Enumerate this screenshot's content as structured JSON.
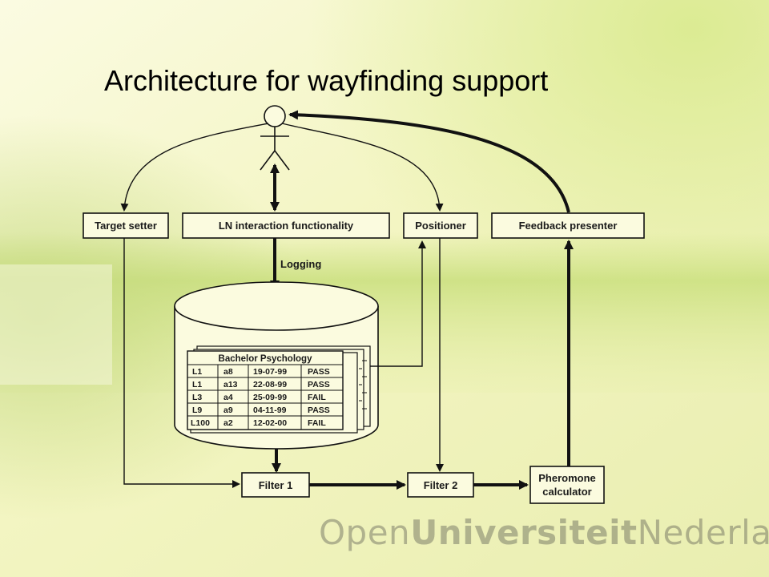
{
  "slide": {
    "title": "Architecture for wayfinding support",
    "footer_logo": {
      "part1": "Open",
      "part2": "Universiteit",
      "part3": "Nederland"
    }
  },
  "diagram": {
    "boxes": {
      "target_setter": "Target setter",
      "ln_interaction": "LN interaction functionality",
      "positioner": "Positioner",
      "feedback_presenter": "Feedback presenter",
      "filter1": "Filter 1",
      "filter2": "Filter 2",
      "pheromone_line1": "Pheromone",
      "pheromone_line2": "calculator"
    },
    "logging_label": "Logging",
    "database_table": {
      "title": "Bachelor Psychology",
      "rows": [
        [
          "L1",
          "a8",
          "19-07-99",
          "PASS"
        ],
        [
          "L1",
          "a13",
          "22-08-99",
          "PASS"
        ],
        [
          "L3",
          "a4",
          "25-09-99",
          "FAIL"
        ],
        [
          "L9",
          "a9",
          "04-11-99",
          "PASS"
        ],
        [
          "L100",
          "a2",
          "12-02-00",
          "FAIL"
        ]
      ]
    }
  },
  "colors": {
    "background_light": "#f6f7c9",
    "background_green": "#d4e483",
    "box_fill": "#fbfbdf",
    "stroke": "#111111"
  }
}
